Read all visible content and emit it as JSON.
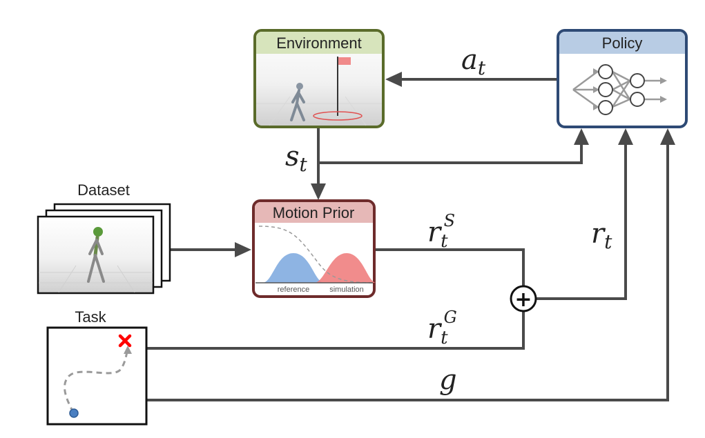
{
  "environment": {
    "title": "Environment",
    "header_color": "#d7e4bc",
    "border_color": "#5a6b2a"
  },
  "policy": {
    "title": "Policy",
    "header_color": "#b8cce4",
    "border_color": "#2e4a75"
  },
  "motion_prior": {
    "title": "Motion Prior",
    "header_color": "#e6b8b7",
    "border_color": "#6e2b2b",
    "reference_label": "reference",
    "simulation_label": "simulation",
    "reference_color": "#8eb4e3",
    "simulation_color": "#f08080"
  },
  "dataset": {
    "title": "Dataset"
  },
  "task": {
    "title": "Task",
    "goal_color": "#ff0000",
    "start_color": "#4a7fc1"
  },
  "symbols": {
    "a": "a",
    "a_sub": "t",
    "s": "s",
    "s_sub": "t",
    "rS": "r",
    "rS_sub": "t",
    "rS_sup": "S",
    "rG": "r",
    "rG_sub": "t",
    "rG_sup": "G",
    "r": "r",
    "r_sub": "t",
    "g": "g",
    "plus": "+"
  }
}
